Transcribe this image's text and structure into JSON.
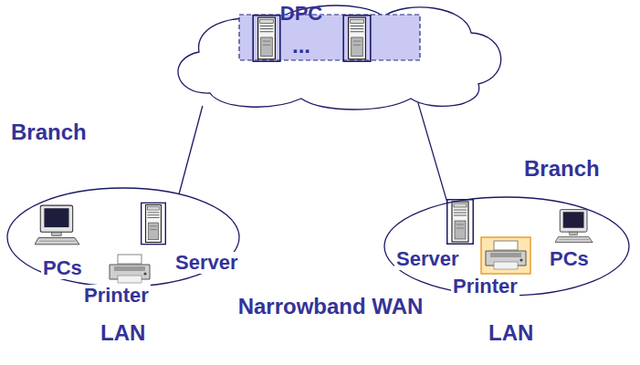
{
  "diagram": {
    "nodes": [
      {
        "text": [
          "DPC"
        ]
      },
      {
        "text": [
          "Branch",
          "PCs",
          "Printer",
          "Server",
          "LAN"
        ]
      },
      {
        "text": [
          "Branch",
          "Server",
          "Printer",
          "PCs",
          "LAN"
        ]
      }
    ],
    "edges": [
      {
        "from": 0,
        "to": 1,
        "arrow": "none"
      },
      {
        "from": 0,
        "to": 2,
        "arrow": "none"
      }
    ],
    "labels": [
      "...",
      "Narrowband WAN"
    ]
  }
}
